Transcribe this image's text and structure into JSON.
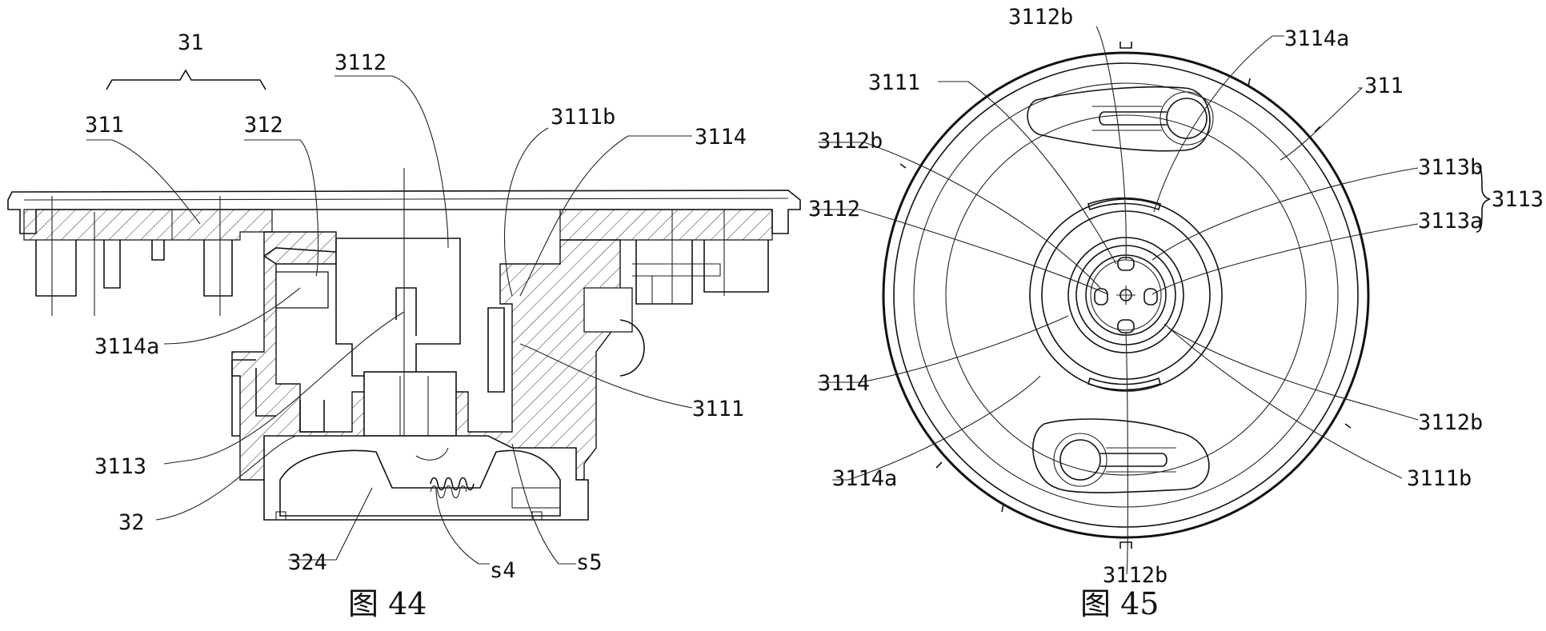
{
  "figure44": {
    "caption": "图 44",
    "labels": {
      "l31": "31",
      "l311": "311",
      "l312": "312",
      "l3112": "3112",
      "l3111b": "3111b",
      "l3114": "3114",
      "l3114a": "3114a",
      "l3111": "3111",
      "l3113": "3113",
      "l32": "32",
      "l324": "324",
      "ls4": "s4",
      "ls5": "s5"
    }
  },
  "figure45": {
    "caption": "图 45",
    "labels": {
      "top3112b": "3112b",
      "l3114a_top": "3114a",
      "l3111": "3111",
      "l311": "311",
      "left3112b": "3112b",
      "l3113b": "3113b",
      "l3113": "3113",
      "l3112": "3112",
      "l3113a": "3113a",
      "l3114": "3114",
      "right3112b": "3112b",
      "l3114a_bottom": "3114a",
      "l3111b": "3111b",
      "bottom3112b": "3112b"
    }
  }
}
